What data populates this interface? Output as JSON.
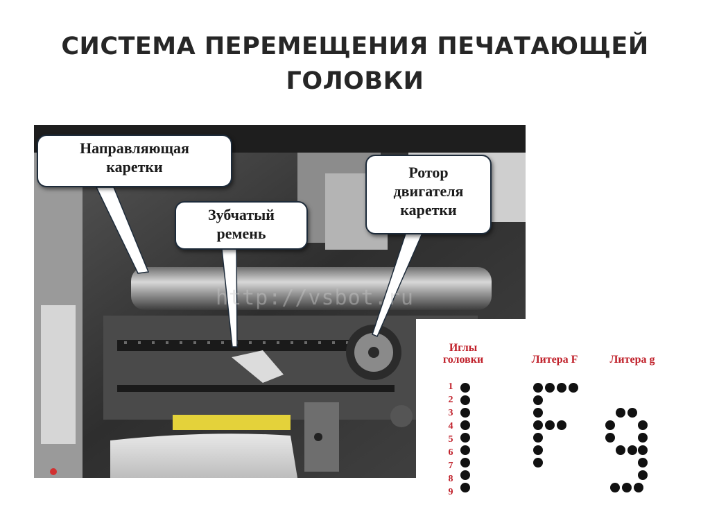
{
  "title": {
    "line1": "СИСТЕМА ПЕРЕМЕЩЕНИЯ ПЕЧАТАЮЩЕЙ",
    "line2": "ГОЛОВКИ"
  },
  "photo": {
    "watermark": "http://vsbot.ru",
    "callouts": {
      "guide": {
        "line1": "Направляющая",
        "line2": "каретки"
      },
      "belt": {
        "line1": "Зубчатый",
        "line2": "ремень"
      },
      "rotor": {
        "line1": "Ротор",
        "line2": "двигателя",
        "line3": "каретки"
      }
    }
  },
  "needles": {
    "head_label_line1": "Иглы",
    "head_label_line2": "головки",
    "letter_f_label": "Литера F",
    "letter_g_label": "Литера g",
    "numbers": [
      "1",
      "2",
      "3",
      "4",
      "5",
      "6",
      "7",
      "8",
      "9"
    ]
  },
  "colors": {
    "title": "#262626",
    "red_labels": "#c0202a",
    "callout_border": "#1d2b3a"
  }
}
